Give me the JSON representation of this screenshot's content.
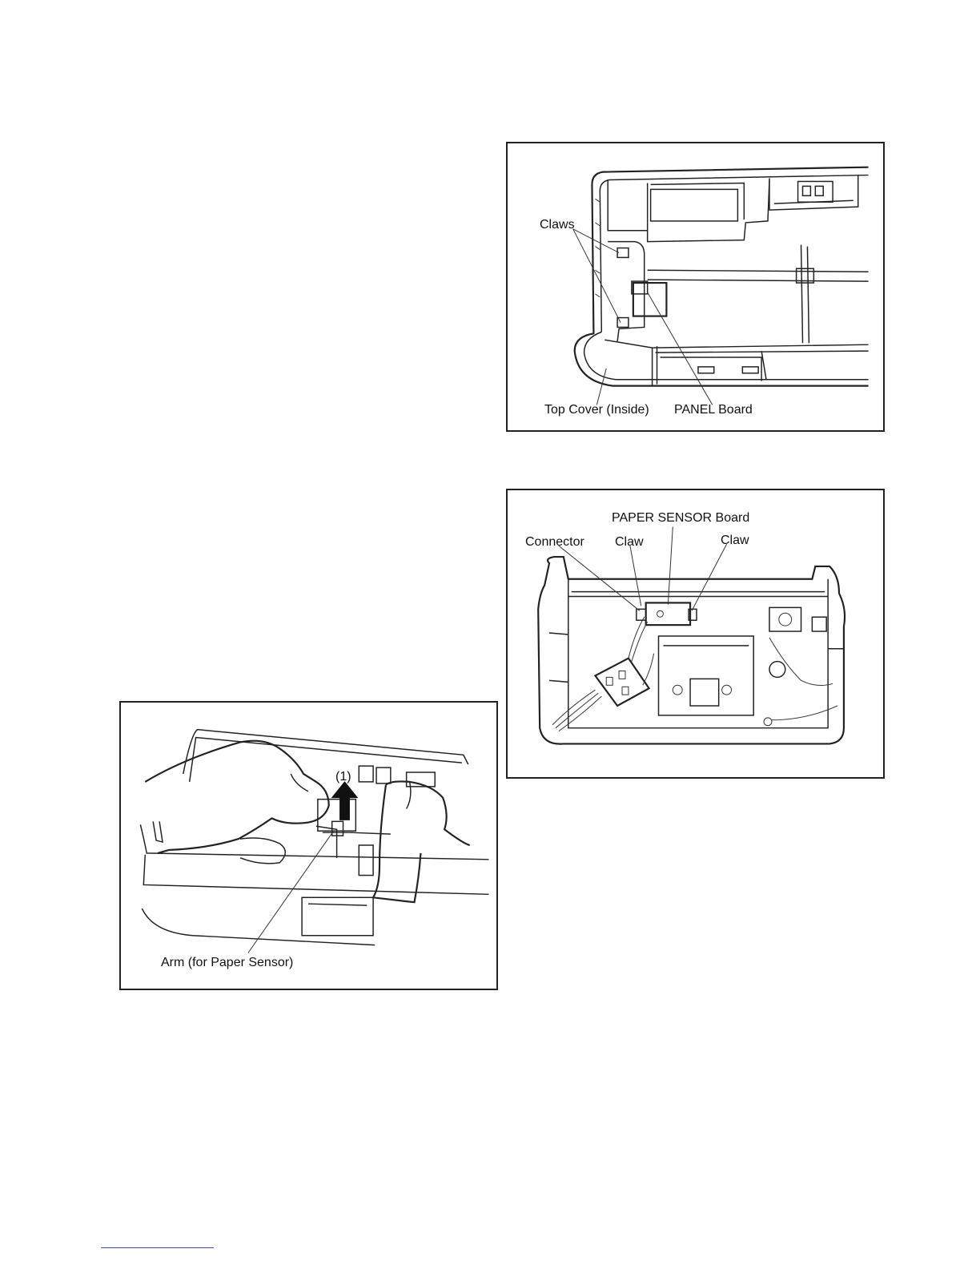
{
  "figures": {
    "top_cover": {
      "labels": {
        "claws": "Claws",
        "top_cover": "Top Cover (Inside)",
        "panel_board": "PANEL Board"
      }
    },
    "paper_sensor": {
      "labels": {
        "board": "PAPER SENSOR Board",
        "connector": "Connector",
        "claw_left": "Claw",
        "claw_right": "Claw"
      }
    },
    "arm": {
      "labels": {
        "step": "(1)",
        "arm": "Arm (for Paper Sensor)"
      }
    }
  }
}
